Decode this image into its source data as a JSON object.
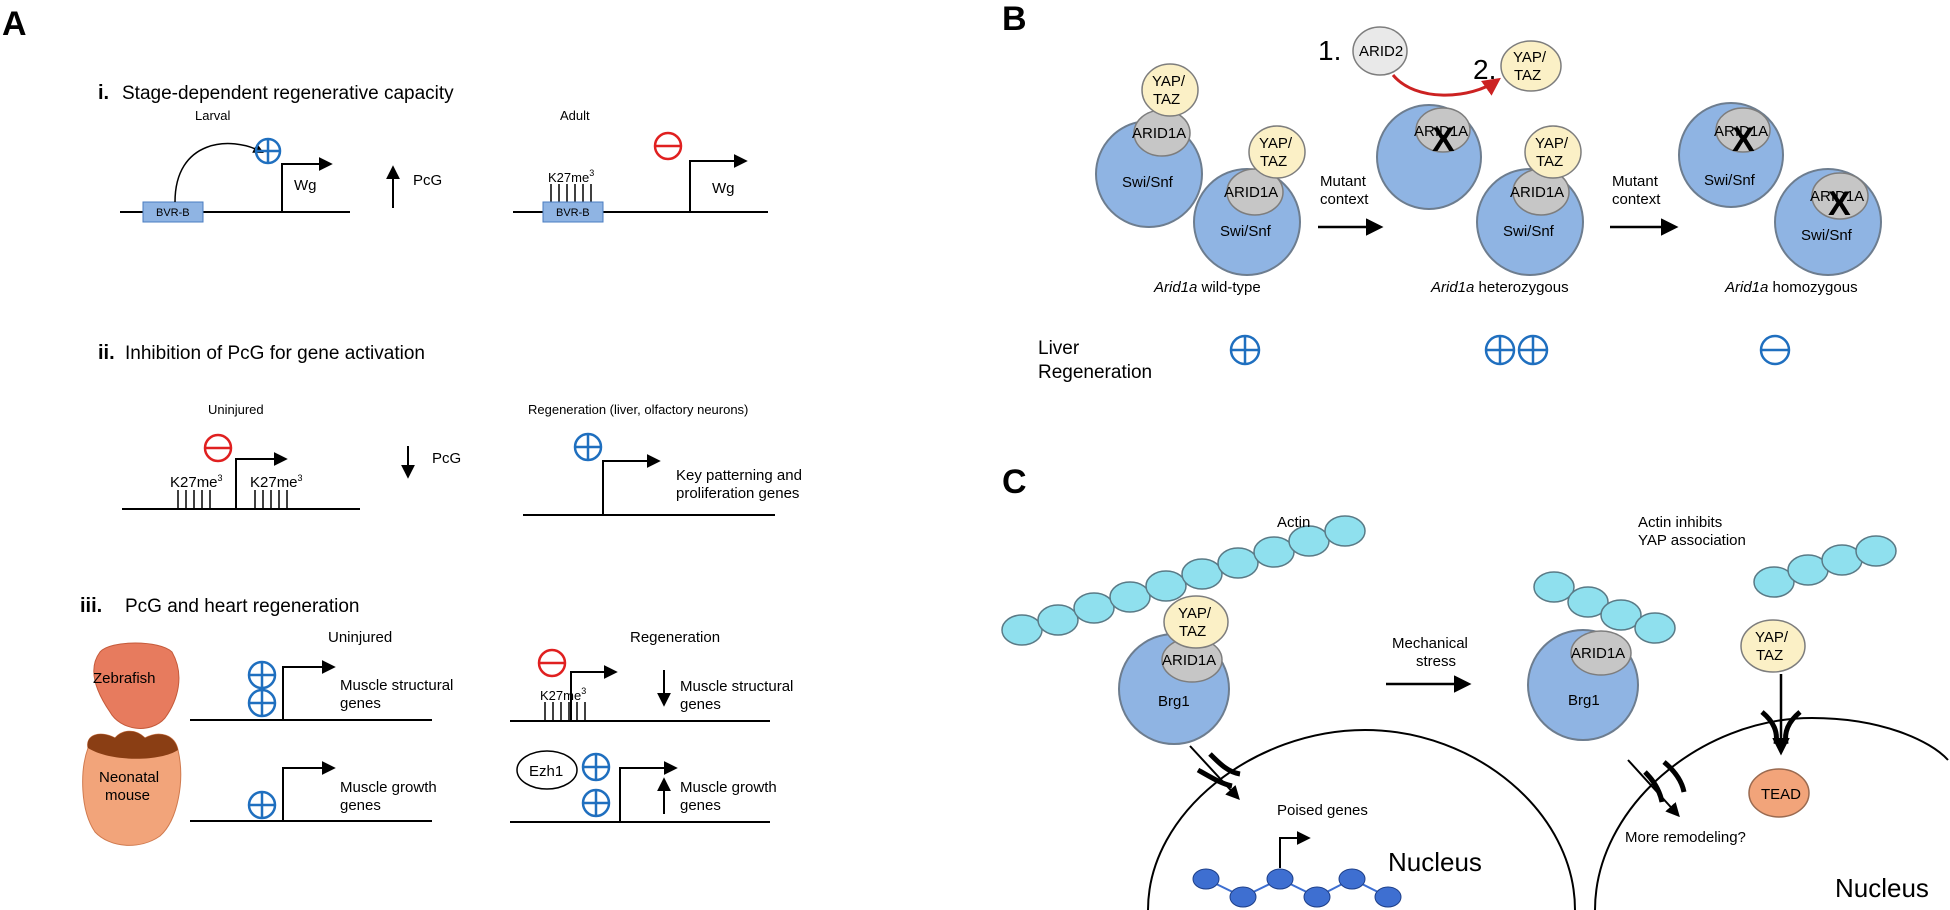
{
  "panels": {
    "a": "A",
    "b": "B",
    "c": "C"
  },
  "a": {
    "i": {
      "num": "i.",
      "title": "Stage-dependent regenerative capacity",
      "larval": "Larval",
      "adult": "Adult",
      "box_label": "BVR-B",
      "gene": "Wg",
      "pcg": "PcG",
      "k27": "K27me"
    },
    "ii": {
      "num": "ii.",
      "title": "Inhibition of PcG for gene activation",
      "uninjured": "Uninjured",
      "regeneration": "Regeneration (liver, olfactory neurons)",
      "k27": "K27me",
      "pcg": "PcG",
      "genes_line1": "Key patterning and",
      "genes_line2": "proliferation genes"
    },
    "iii": {
      "num": "iii.",
      "title": "PcG and heart regeneration",
      "zebrafish": "Zebrafish",
      "neonatal_line1": "Neonatal",
      "neonatal_line2": "mouse",
      "uninjured": "Uninjured",
      "regeneration": "Regeneration",
      "structural_line1": "Muscle structural",
      "structural_line2": "genes",
      "growth_line1": "Muscle growth",
      "growth_line2": "genes",
      "k27": "K27me",
      "ezh1": "Ezh1"
    }
  },
  "b": {
    "yap_line1": "YAP/",
    "yap_line2": "TAZ",
    "arid1a": "ARID1A",
    "swisnf": "Swi/Snf",
    "arid2": "ARID2",
    "step1": "1.",
    "step2": "2.",
    "mutant_line1": "Mutant",
    "mutant_line2": "context",
    "genotype_gene": "Arid1a",
    "wildtype": "wild-type",
    "heterozygous": "heterozygous",
    "homozygous": "homozygous",
    "liver_line1": "Liver",
    "liver_line2": "Regeneration"
  },
  "c": {
    "actin": "Actin",
    "yap_line1": "YAP/",
    "yap_line2": "TAZ",
    "arid1a": "ARID1A",
    "brg1": "Brg1",
    "poised": "Poised genes",
    "nucleus": "Nucleus",
    "mech_line1": "Mechanical",
    "mech_line2": "stress",
    "actin_inhibits_line1": "Actin inhibits",
    "actin_inhibits_line2": "YAP association",
    "tead": "TEAD",
    "more_remodeling": "More remodeling?"
  },
  "colors": {
    "plus_blue": "#1f6fbf",
    "minus_red": "#e02020",
    "swisnf_blue": "#8fb4e3",
    "arid_gray": "#c6c6c6",
    "yap_cream": "#fbf0c6",
    "actin_cyan": "#8fe0ee",
    "tead_orange": "#f2a47a",
    "red_arrow": "#cc2222",
    "nucleosome_blue": "#3e6fd1"
  },
  "icons": {
    "plus": "circle-plus-icon",
    "minus": "circle-minus-icon",
    "arrow": "right-arrow-icon",
    "x": "x-mark-icon",
    "pore": "nuclear-pore-icon"
  }
}
